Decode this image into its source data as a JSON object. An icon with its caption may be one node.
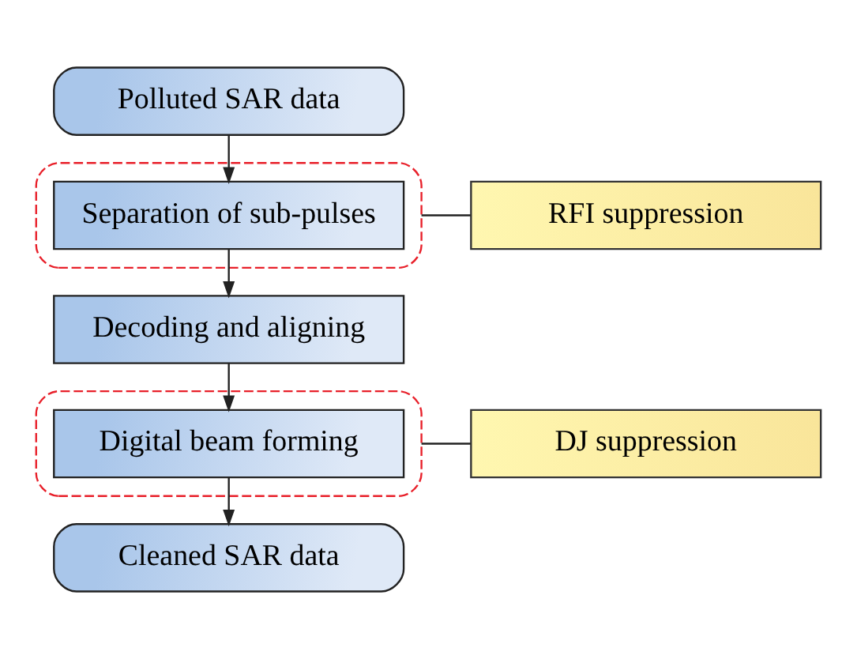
{
  "diagram": {
    "nodes": [
      {
        "text": [
          "Polluted SAR data"
        ]
      },
      {
        "text": [],
        "shape": "box"
      },
      {
        "text": [
          "Separation of sub-pulses"
        ],
        "in": 1
      },
      {
        "text": [
          "RFI suppression"
        ]
      },
      {
        "text": [
          "Decoding and aligning"
        ]
      },
      {
        "text": [],
        "shape": "box"
      },
      {
        "text": [
          "Digital beam forming"
        ],
        "in": 5
      },
      {
        "text": [
          "DJ suppression"
        ]
      },
      {
        "text": [
          "Cleaned SAR data"
        ]
      }
    ],
    "edges": [
      {
        "from": 0,
        "to": 2,
        "arrow": "to"
      },
      {
        "from": 2,
        "to": 4,
        "arrow": "to"
      },
      {
        "from": 4,
        "to": 6,
        "arrow": "to"
      },
      {
        "from": 6,
        "to": 8,
        "arrow": "to"
      },
      {
        "from": 3,
        "to": 1,
        "arrow": "none"
      },
      {
        "from": 7,
        "to": 5,
        "arrow": "none"
      }
    ]
  }
}
